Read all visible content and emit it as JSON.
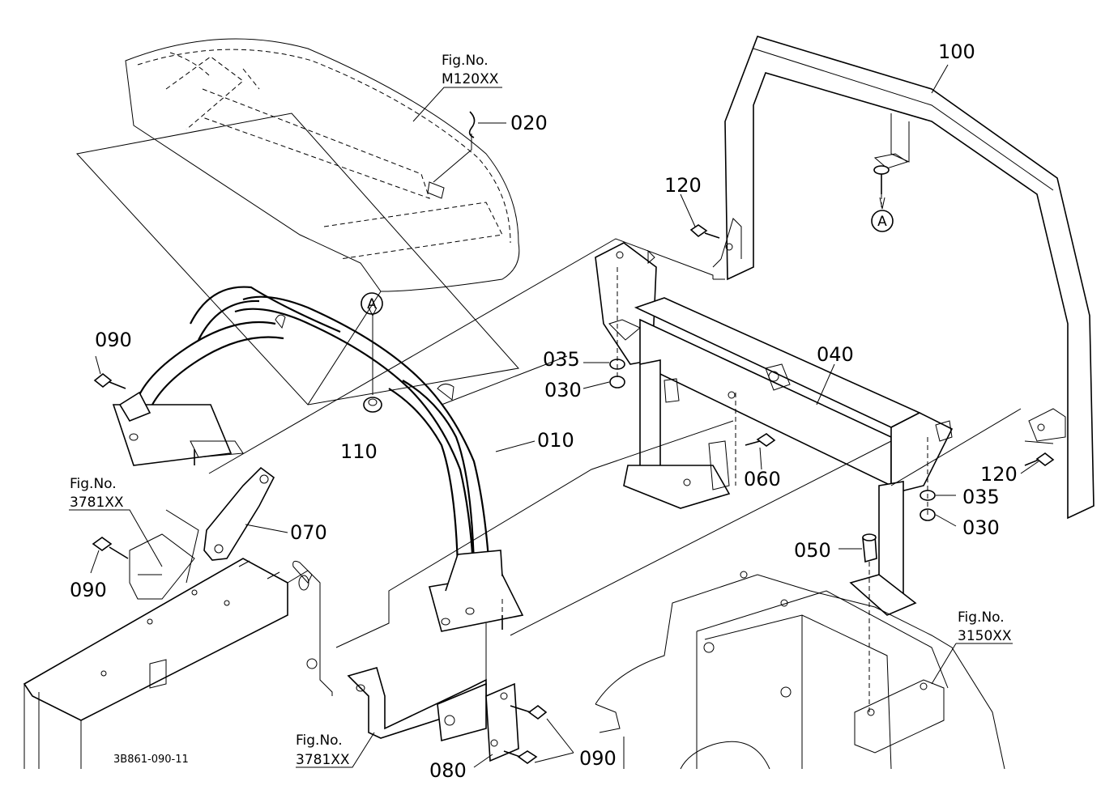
{
  "drawing_id": "3B861-090-11",
  "parts": {
    "p010": "010",
    "p020": "020",
    "p030a": "030",
    "p030b": "030",
    "p035a": "035",
    "p035b": "035",
    "p040": "040",
    "p050": "050",
    "p060": "060",
    "p070": "070",
    "p080": "080",
    "p090a": "090",
    "p090b": "090",
    "p090c": "090",
    "p100": "100",
    "p110": "110",
    "p120a": "120",
    "p120b": "120"
  },
  "callouts": {
    "a1": "A",
    "a2": "A"
  },
  "figrefs": {
    "m120": {
      "label": "Fig.No.",
      "code": "M120XX"
    },
    "f3781a": {
      "label": "Fig.No.",
      "code": "3781XX"
    },
    "f3781b": {
      "label": "Fig.No.",
      "code": "3781XX"
    },
    "f3150": {
      "label": "Fig.No.",
      "code": "3150XX"
    }
  }
}
